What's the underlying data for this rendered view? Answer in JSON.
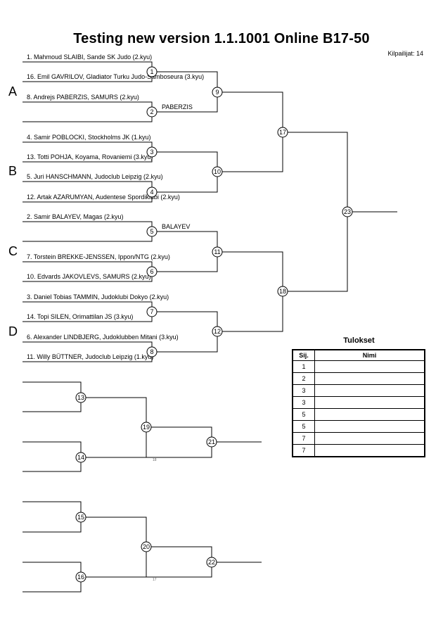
{
  "header": {
    "title": "Testing new version  1.1.1001  Online   B17-50",
    "competitors": "Kilpailijat: 14"
  },
  "pools": [
    "A",
    "B",
    "C",
    "D"
  ],
  "competitors": [
    "1. Mahmoud SLAIBI, Sande SK Judo (2.kyu)",
    "16. Emil GAVRILOV, Gladiator Turku Judo-Samboseura (3.kyu)",
    "8. Andrejs PABERZIS, SAMURS (2.kyu)",
    "4. Samir POBLOCKI, Stockholms JK (1.kyu)",
    "13. Totti POHJA, Koyama, Rovaniemi (3.kyu)",
    "5. Juri HANSCHMANN, Judoclub Leipzig (2.kyu)",
    "12. Artak AZARUMYAN, Audentese Spordiklubi (2.kyu)",
    "2. Samir BALAYEV, Magas (2.kyu)",
    "7. Torstein BREKKE-JENSSEN, Ippon/NTG (2.kyu)",
    "10. Edvards JAKOVLEVS, SAMURS (2.kyu)",
    "3. Daniel Tobias TAMMIN, Judoklubi Dokyo (2.kyu)",
    "14. Topi SILEN, Orimattilan JS (3.kyu)",
    "6. Alexander LINDBJERG, Judoklubben Mitani (3.kyu)",
    "11. Willy BÜTTNER, Judoclub Leipzig (1.kyu)"
  ],
  "winners": {
    "match2": "PABERZIS",
    "match5": "BALAYEV"
  },
  "match_numbers": [
    "1",
    "2",
    "3",
    "4",
    "5",
    "6",
    "7",
    "8",
    "9",
    "10",
    "11",
    "12",
    "13",
    "14",
    "15",
    "16",
    "17",
    "18",
    "19",
    "20",
    "21",
    "22",
    "23"
  ],
  "small_notes": [
    "18",
    "17"
  ],
  "results": {
    "title": "Tulokset",
    "col_rank": "Sij.",
    "col_name": "Nimi",
    "ranks": [
      "1",
      "2",
      "3",
      "3",
      "5",
      "5",
      "7",
      "7"
    ]
  }
}
